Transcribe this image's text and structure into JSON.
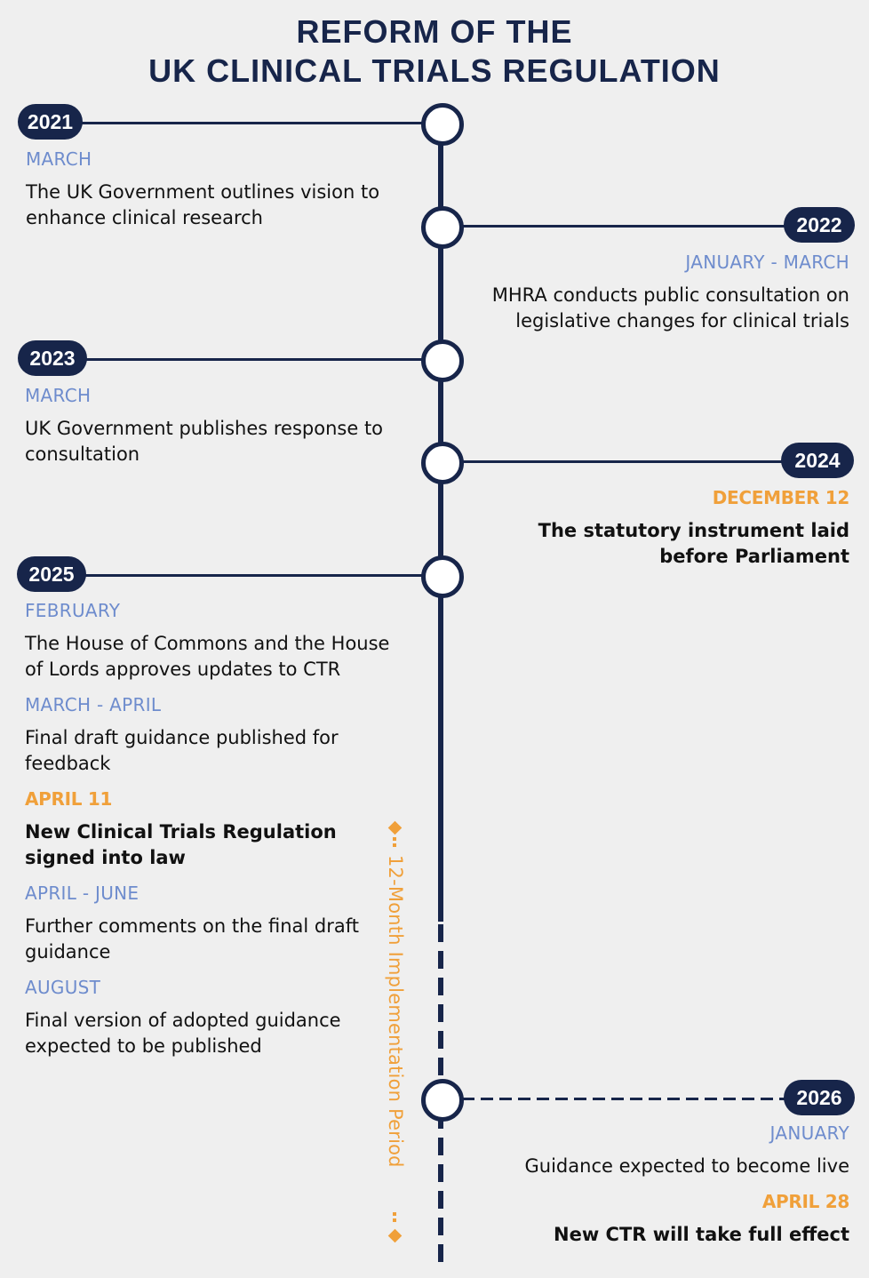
{
  "title": {
    "line1": "REFORM OF THE",
    "line2": "UK CLINICAL TRIALS REGULATION"
  },
  "colors": {
    "navy": "#17254a",
    "month_label": "#6e8ccd",
    "highlight": "#f0a03a",
    "background": "#efefef"
  },
  "implementation_period": {
    "label": "12-Month Implementation Period"
  },
  "timeline": [
    {
      "year": "2021",
      "side": "left",
      "events": [
        {
          "date": "MARCH",
          "text": "The UK Government outlines vision to enhance clinical research",
          "highlight": false
        }
      ]
    },
    {
      "year": "2022",
      "side": "right",
      "events": [
        {
          "date": "JANUARY - MARCH",
          "text": "MHRA conducts public consultation on legislative changes for clinical trials",
          "highlight": false
        }
      ]
    },
    {
      "year": "2023",
      "side": "left",
      "events": [
        {
          "date": "MARCH",
          "text": "UK Government publishes response to consultation",
          "highlight": false
        }
      ]
    },
    {
      "year": "2024",
      "side": "right",
      "events": [
        {
          "date": "DECEMBER 12",
          "text": "The statutory instrument laid before Parliament",
          "highlight": true
        }
      ]
    },
    {
      "year": "2025",
      "side": "left",
      "events": [
        {
          "date": "FEBRUARY",
          "text": "The House of Commons and the House of Lords approves updates to CTR",
          "highlight": false
        },
        {
          "date": "MARCH - APRIL",
          "text": "Final draft guidance published for feedback",
          "highlight": false
        },
        {
          "date": "APRIL 11",
          "text": "New Clinical Trials Regulation signed into law",
          "highlight": true
        },
        {
          "date": "APRIL - JUNE",
          "text": "Further comments on the final draft guidance",
          "highlight": false
        },
        {
          "date": "AUGUST",
          "text": "Final version of adopted guidance expected to be published",
          "highlight": false
        }
      ]
    },
    {
      "year": "2026",
      "side": "right",
      "events": [
        {
          "date": "JANUARY",
          "text": "Guidance expected to become live",
          "highlight": false
        },
        {
          "date": "APRIL 28",
          "text": "New CTR will take full effect",
          "highlight": true
        }
      ]
    }
  ]
}
